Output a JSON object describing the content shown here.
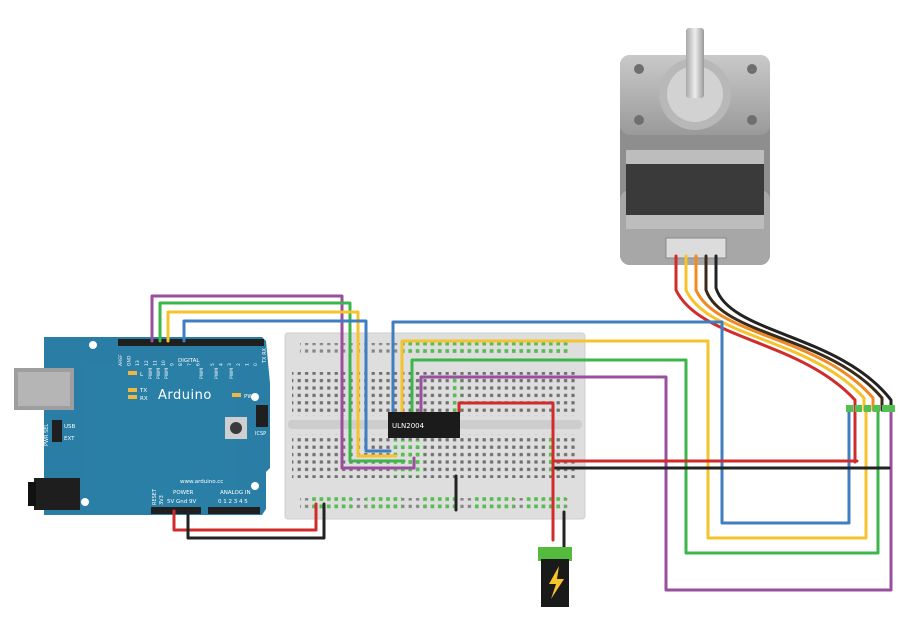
{
  "board": {
    "brand": "Arduino",
    "url": "www.arduino.cc",
    "header_pins": [
      "AREF",
      "GND",
      "13",
      "12",
      "11",
      "10",
      "9",
      "8",
      "7",
      "6",
      "5",
      "4",
      "3",
      "2",
      "1",
      "0"
    ],
    "digital_label": "DIGITAL",
    "pwm_label": "PWM",
    "tx_label": "TX",
    "rx_label": "RX",
    "l_label": "L",
    "pwr_label": "PWR",
    "icsp_label": "ICSP",
    "usb_label": "USB",
    "ext_label": "EXT",
    "pwr_sel_label": "PWR SEL",
    "reset_label": "RESET",
    "v33_label": "3V3",
    "power_label": "POWER",
    "power_pins": "5V Gnd 9V",
    "analog_label": "ANALOG IN",
    "analog_pins": "0 1 2 3 4 5",
    "txrx_label": "TX RX"
  },
  "chip": {
    "label": "ULN2004"
  },
  "colors": {
    "purple": "#9a4f9e",
    "green": "#3cb64a",
    "yellow": "#f5c32b",
    "blue": "#3f7fc1",
    "red": "#d12b2b",
    "black": "#222222",
    "board": "#2a7da5",
    "motor_gray": "#a0a0a0"
  },
  "icons": {
    "jack": "lightning-bolt-icon",
    "usb": "usb-port-icon",
    "power_jack": "dc-power-jack-icon",
    "reset": "reset-button-icon"
  }
}
